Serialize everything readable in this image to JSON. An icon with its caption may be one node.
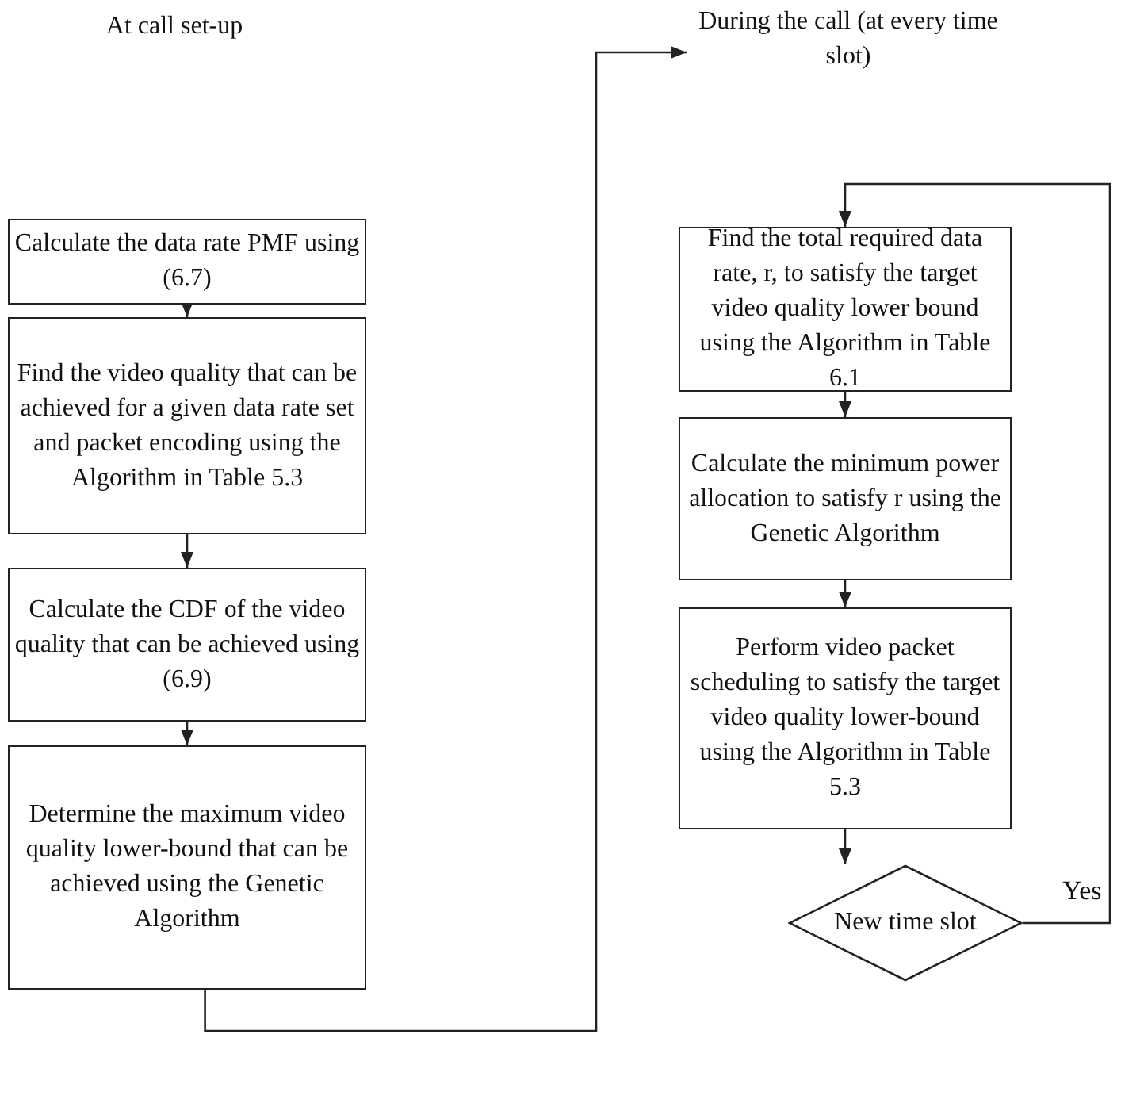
{
  "diagram": {
    "nodes": [
      {
        "text": [
          "At call set-up"
        ]
      },
      {
        "text": [
          "Calculate the data rate PMF using (6.7)"
        ]
      },
      {
        "text": [
          "Find the video quality that can be achieved for a given data rate set and packet encoding using the Algorithm in Table 5.3"
        ]
      },
      {
        "text": [
          "Calculate the CDF of the video quality that can be achieved  using (6.9)"
        ]
      },
      {
        "text": [
          "Determine the maximum video quality lower-bound that can be achieved using the Genetic Algorithm"
        ]
      },
      {
        "text": [
          "During the call (at every time slot)"
        ]
      },
      {
        "text": [
          "Find the total required data rate, r, to satisfy the target video quality lower bound using the Algorithm in Table 6.1"
        ]
      },
      {
        "text": [
          "Calculate the minimum power allocation to satisfy r using the Genetic Algorithm"
        ]
      },
      {
        "text": [
          "Perform video packet scheduling to satisfy the target video quality lower-bound using the Algorithm in Table 5.3"
        ]
      },
      {
        "text": [
          "New time slot"
        ]
      }
    ],
    "edges": [
      {
        "from": 1,
        "to": 2,
        "arrow": "to"
      },
      {
        "from": 2,
        "to": 3,
        "arrow": "to"
      },
      {
        "from": 3,
        "to": 4,
        "arrow": "to"
      },
      {
        "from": 4,
        "to": 5,
        "arrow": "to"
      },
      {
        "from": 6,
        "to": 7,
        "arrow": "to"
      },
      {
        "from": 7,
        "to": 8,
        "arrow": "to"
      },
      {
        "from": 8,
        "to": 9,
        "arrow": "to"
      },
      {
        "from": 9,
        "to": 6,
        "arrow": "to",
        "label": "Yes"
      }
    ]
  }
}
